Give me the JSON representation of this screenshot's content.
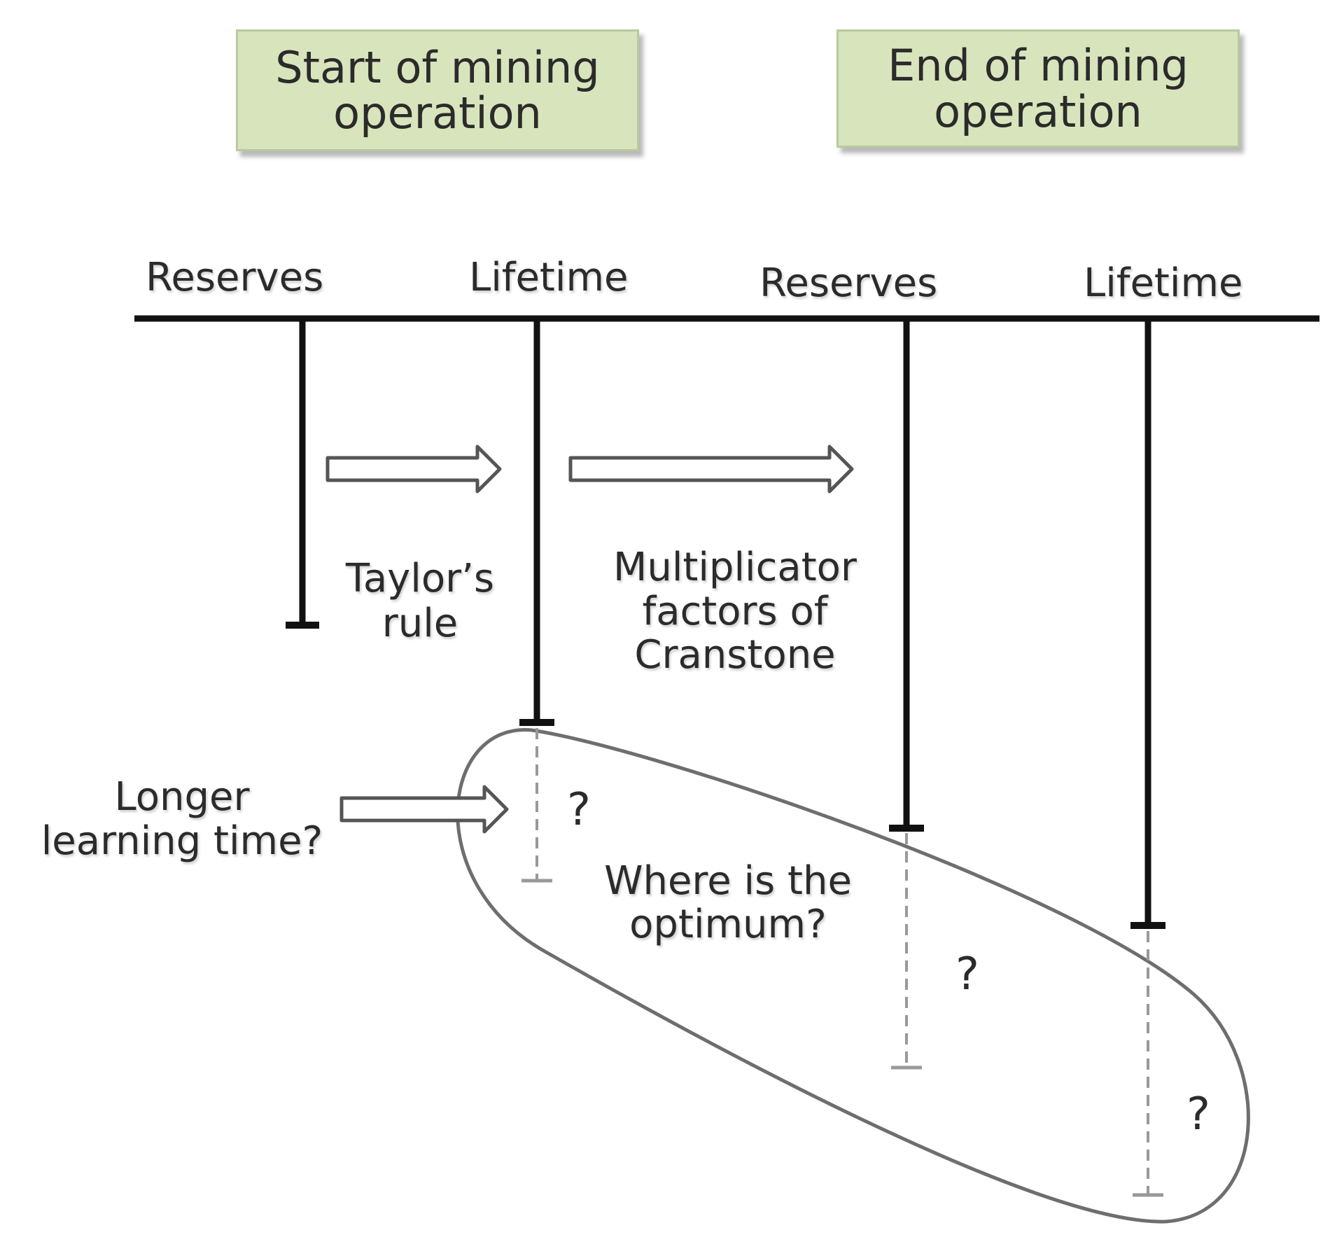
{
  "boxes": {
    "start": {
      "line1": "Start of mining",
      "line2": "operation"
    },
    "end": {
      "line1": "End of mining",
      "line2": "operation"
    }
  },
  "headers": {
    "reserves_1": "Reserves",
    "lifetime_1": "Lifetime",
    "reserves_2": "Reserves",
    "lifetime_2": "Lifetime"
  },
  "arrows": {
    "taylor": {
      "line1": "Taylor’s",
      "line2": "rule"
    },
    "cranstone": {
      "line1": "Multiplicator",
      "line2": "factors of",
      "line3": "Cranstone"
    },
    "learning": {
      "line1": "Longer",
      "line2": "learning time?"
    }
  },
  "optimum": {
    "line1": "Where is the",
    "line2": "optimum?"
  },
  "question_marks": [
    "?",
    "?",
    "?"
  ]
}
